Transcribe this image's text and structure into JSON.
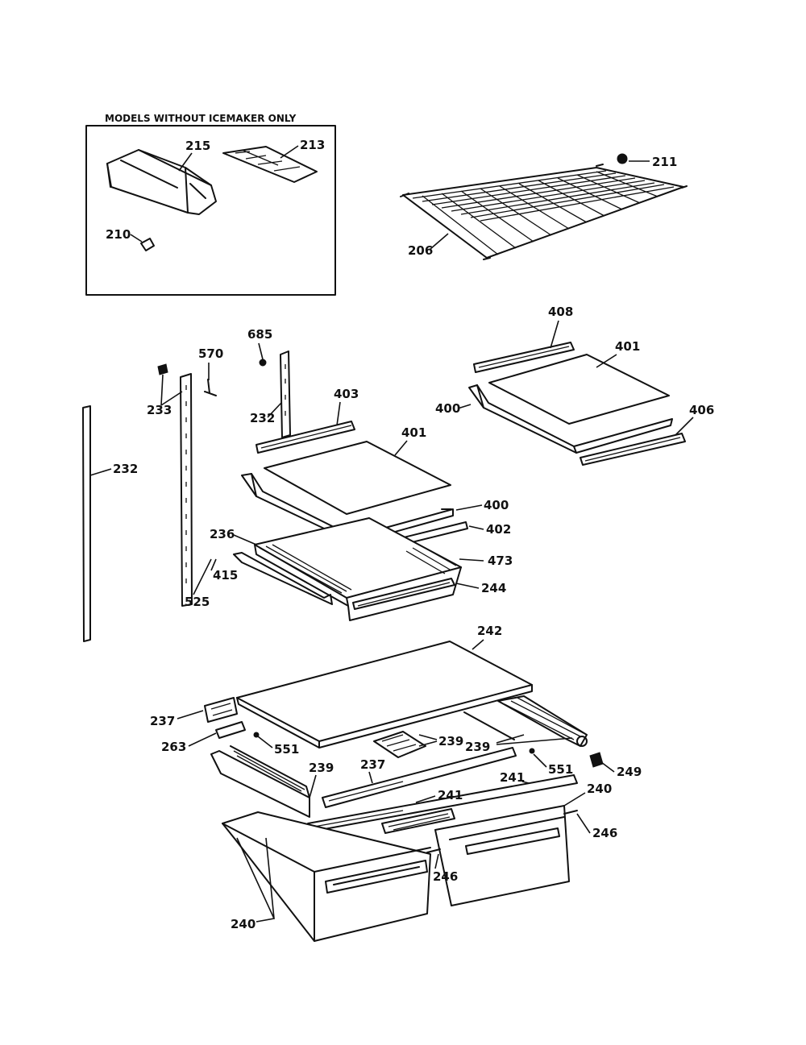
{
  "inset_title": "MODELS WITHOUT ICEMAKER ONLY",
  "callouts": {
    "p215": "215",
    "p213": "213",
    "p210": "210",
    "p211": "211",
    "p206": "206",
    "p408": "408",
    "p401a": "401",
    "p400a": "400",
    "p406": "406",
    "p685": "685",
    "p570": "570",
    "p233": "233",
    "p232a": "232",
    "p232b": "232",
    "p403": "403",
    "p401b": "401",
    "p400b": "400",
    "p402": "402",
    "p236": "236",
    "p473": "473",
    "p415": "415",
    "p525": "525",
    "p244": "244",
    "p242": "242",
    "p237a": "237",
    "p263": "263",
    "p551a": "551",
    "p239a": "239",
    "p239b": "239",
    "p239c": "239",
    "p237b": "237",
    "p551b": "551",
    "p249": "249",
    "p241a": "241",
    "p240a": "240",
    "p241b": "241",
    "p246a": "246",
    "p246b": "246",
    "p240b": "240"
  }
}
